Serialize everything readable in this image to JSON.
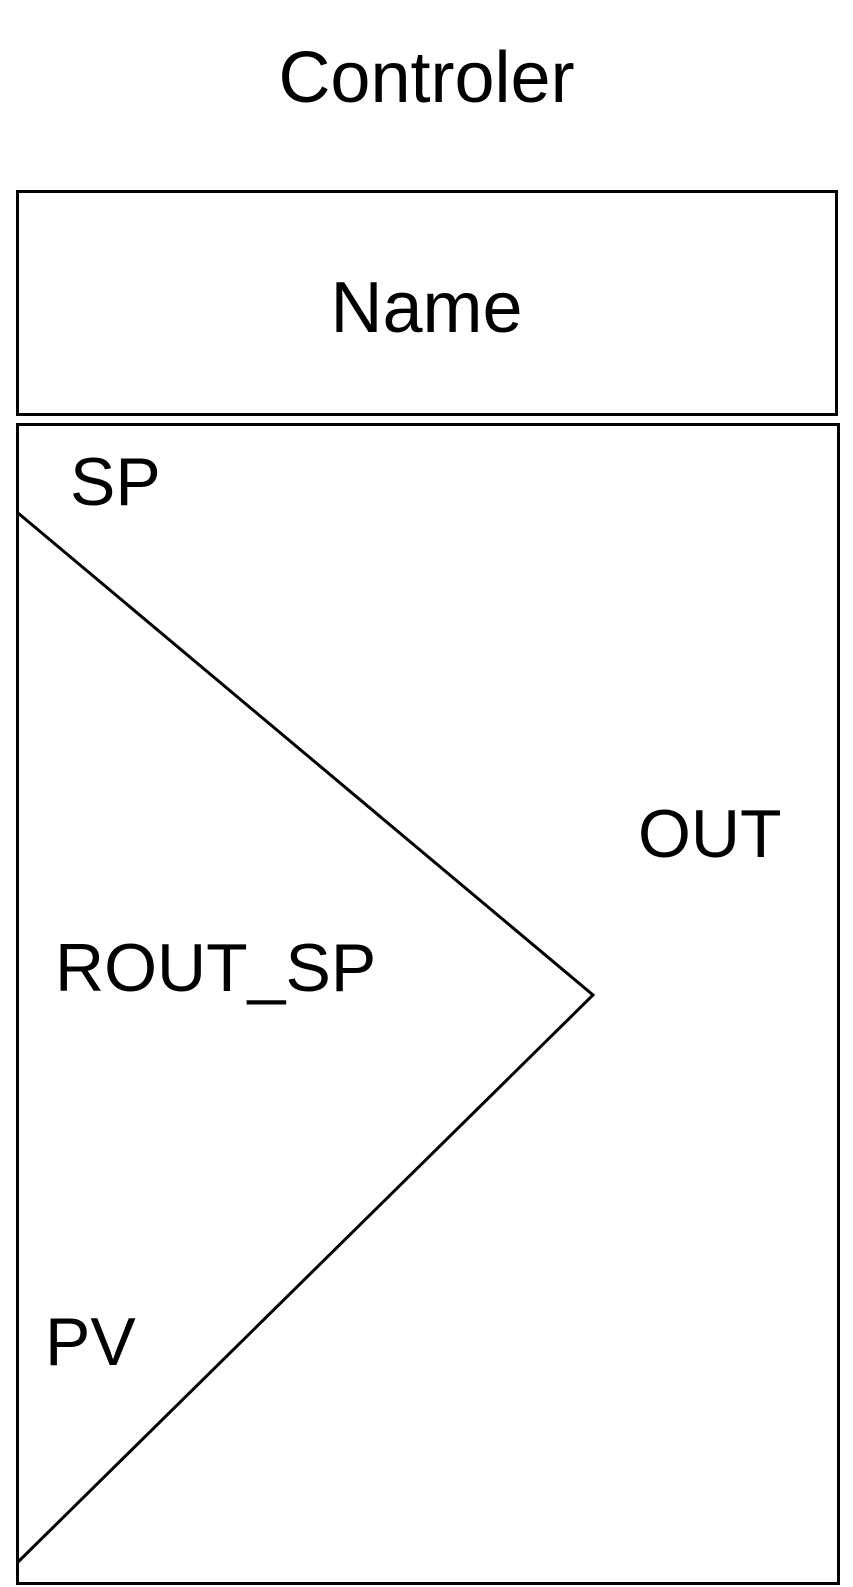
{
  "title": "Controler",
  "block": {
    "name_label": "Name",
    "ports": {
      "sp": "SP",
      "out": "OUT",
      "rout_sp": "ROUT_SP",
      "pv": "PV"
    }
  },
  "colors": {
    "stroke": "#000000",
    "background": "#ffffff"
  }
}
